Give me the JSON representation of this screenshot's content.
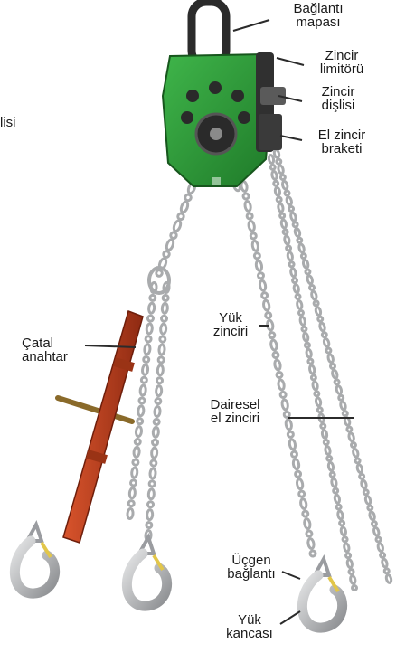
{
  "labels": {
    "connection_link": [
      "Bağlantı",
      "mapası"
    ],
    "chain_limiter": [
      "Zincir",
      "limitörü"
    ],
    "chain_gear": [
      "Zincir",
      "dişlisi"
    ],
    "hand_chain_bracket": [
      "El zincir",
      "braketi"
    ],
    "cropped_left": "lisi",
    "load_chain": [
      "Yük",
      "zinciri"
    ],
    "fork_wrench": [
      "Çatal",
      "anahtar"
    ],
    "hand_chain_loop": [
      "Dairesel",
      "el zinciri"
    ],
    "triangle_link": [
      "Üçgen",
      "bağlantı"
    ],
    "load_hook": [
      "Yük",
      "kancası"
    ]
  },
  "colors": {
    "body_green": "#2f9e3a",
    "chain_gray": "#a9abad",
    "wrench_red": "#b83a1e",
    "hook_steel": "#c4c6c8",
    "latch_yellow": "#e2c64a"
  }
}
